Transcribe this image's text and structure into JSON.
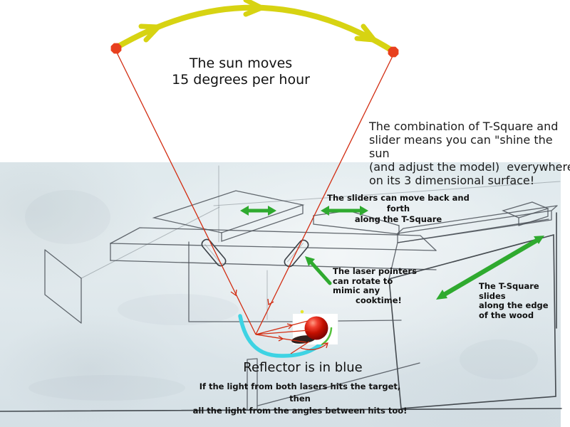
{
  "colors": {
    "paper": "#e4ecef",
    "arc_yellow": "#d7d312",
    "sun_dot_red": "#e8401e",
    "laser_red": "#d22d12",
    "arrow_green": "#2faa2f",
    "reflector_cyan": "#3ed3e3",
    "ball_red": "#cc1000",
    "ink_black": "#111111"
  },
  "sun": {
    "caption": "The sun moves\n15 degrees per hour"
  },
  "notes": {
    "combination": "The combination of T-Square and\nslider means you can \"shine the sun\n(and adjust the model)  everywhere\non its 3 dimensional surface!",
    "sliders": "The sliders can move back and forth\nalong the T-Square",
    "laser_pointers": "The laser pointers\ncan rotate to\nmimic any\n        cooktime!",
    "tsquare": "The T-Square slides\nalong the edge\nof the wood",
    "reflector": "Reflector is in blue",
    "target": "If the light from both lasers hits the target, then\nall the light from the angles between hits too!"
  }
}
